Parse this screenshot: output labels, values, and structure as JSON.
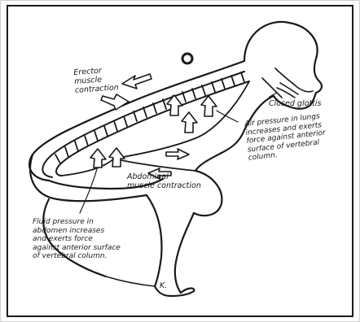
{
  "labels": {
    "erector": "Erector\nmuscle\ncontraction",
    "glottis": "Closed glottis",
    "air": "Air pressure in lungs\nincreases and exerts\nforce against anterior\nsurface of vertebral\ncolumn.",
    "abdominal": "Abdominal\nmuscle contraction",
    "fluid": "Fluid pressure in\nabdomen increases\nand exerts force\nagainst anterior surface\nof vertebral column.",
    "k": "K."
  },
  "colors": {
    "ink": "#1a1a1a",
    "paper": "#ffffff",
    "frame": "#d0d0d0"
  }
}
